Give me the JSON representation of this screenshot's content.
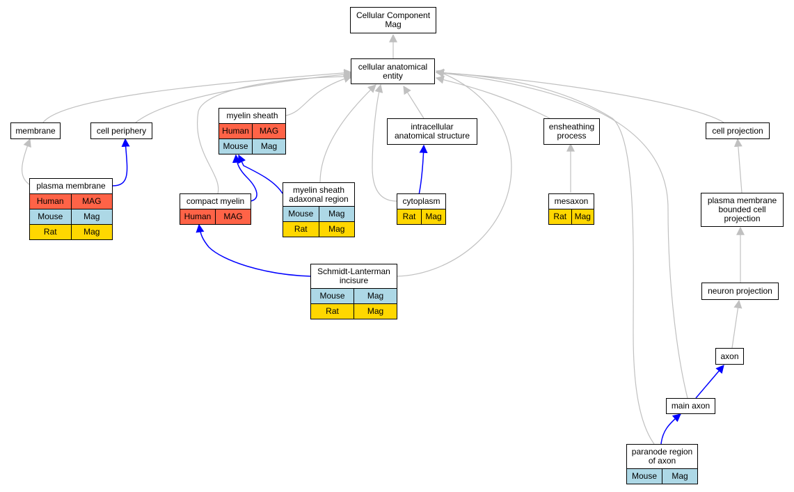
{
  "colors": {
    "human": "#ff6347",
    "mouse": "#add8e6",
    "rat": "#ffd700",
    "gray_edge": "#c0c0c0",
    "blue_edge": "#0000ff"
  },
  "nodes": {
    "cellular_component_mag": {
      "title": "Cellular Component\nMag",
      "rows": []
    },
    "cellular_anatomical_entity": {
      "title": "cellular anatomical\nentity",
      "rows": []
    },
    "membrane": {
      "title": "membrane",
      "rows": []
    },
    "cell_periphery": {
      "title": "cell periphery",
      "rows": []
    },
    "myelin_sheath": {
      "title": "myelin sheath",
      "rows": [
        {
          "species": "Human",
          "gene": "MAG",
          "color": "human"
        },
        {
          "species": "Mouse",
          "gene": "Mag",
          "color": "mouse"
        }
      ]
    },
    "intracellular_anatomical_structure": {
      "title": "intracellular\nanatomical structure",
      "rows": []
    },
    "ensheathing_process": {
      "title": "ensheathing\nprocess",
      "rows": []
    },
    "cell_projection": {
      "title": "cell projection",
      "rows": []
    },
    "plasma_membrane": {
      "title": "plasma membrane",
      "rows": [
        {
          "species": "Human",
          "gene": "MAG",
          "color": "human"
        },
        {
          "species": "Mouse",
          "gene": "Mag",
          "color": "mouse"
        },
        {
          "species": "Rat",
          "gene": "Mag",
          "color": "rat"
        }
      ]
    },
    "compact_myelin": {
      "title": "compact myelin",
      "rows": [
        {
          "species": "Human",
          "gene": "MAG",
          "color": "human"
        }
      ]
    },
    "myelin_sheath_adaxonal_region": {
      "title": "myelin sheath\nadaxonal region",
      "rows": [
        {
          "species": "Mouse",
          "gene": "Mag",
          "color": "mouse"
        },
        {
          "species": "Rat",
          "gene": "Mag",
          "color": "rat"
        }
      ]
    },
    "cytoplasm": {
      "title": "cytoplasm",
      "rows": [
        {
          "species": "Rat",
          "gene": "Mag",
          "color": "rat"
        }
      ]
    },
    "mesaxon": {
      "title": "mesaxon",
      "rows": [
        {
          "species": "Rat",
          "gene": "Mag",
          "color": "rat"
        }
      ]
    },
    "plasma_membrane_bounded_cell_projection": {
      "title": "plasma membrane\nbounded cell\nprojection",
      "rows": []
    },
    "schmidt_lanterman_incisure": {
      "title": "Schmidt-Lanterman\nincisure",
      "rows": [
        {
          "species": "Mouse",
          "gene": "Mag",
          "color": "mouse"
        },
        {
          "species": "Rat",
          "gene": "Mag",
          "color": "rat"
        }
      ]
    },
    "neuron_projection": {
      "title": "neuron projection",
      "rows": []
    },
    "axon": {
      "title": "axon",
      "rows": []
    },
    "main_axon": {
      "title": "main axon",
      "rows": []
    },
    "paranode_region_of_axon": {
      "title": "paranode region\nof axon",
      "rows": [
        {
          "species": "Mouse",
          "gene": "Mag",
          "color": "mouse"
        }
      ]
    }
  }
}
